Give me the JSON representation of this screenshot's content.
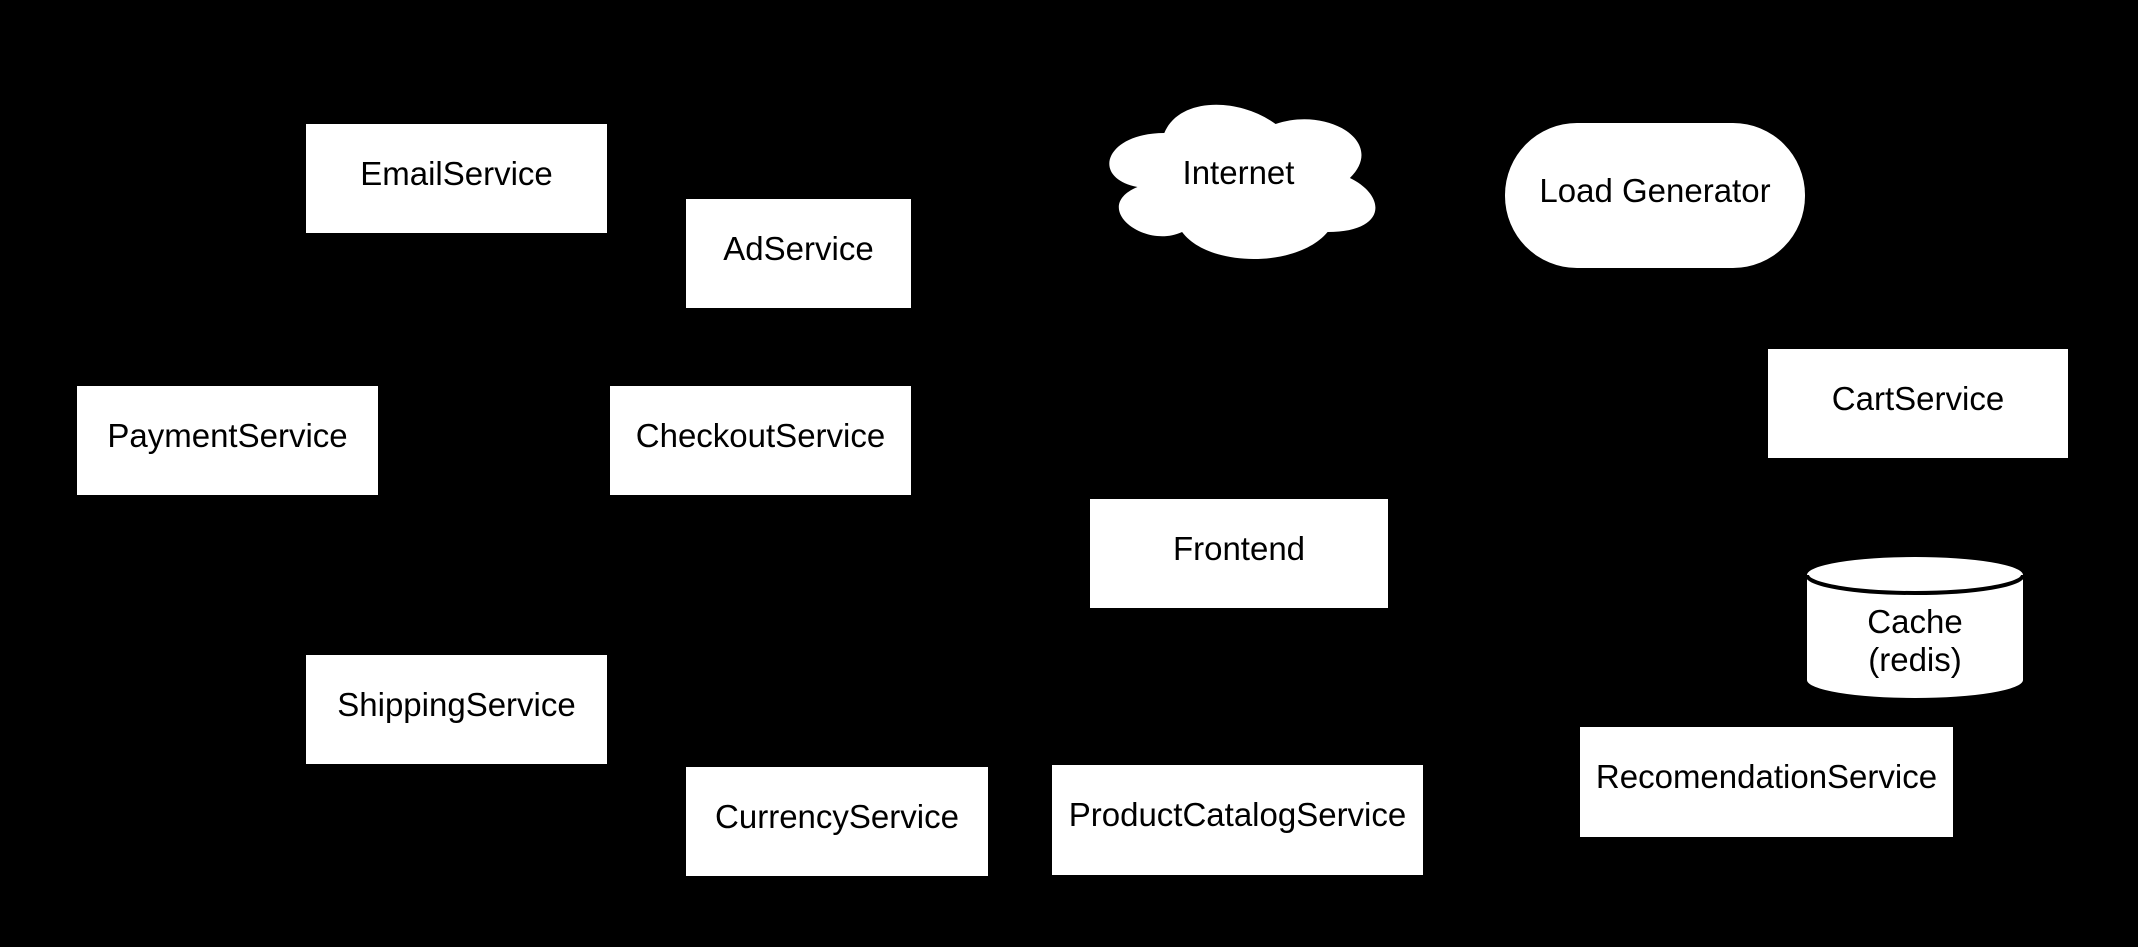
{
  "diagram": {
    "background_color": "#000000",
    "node_fill_color": "#ffffff",
    "node_text_color": "#000000",
    "nodes": {
      "email_service": {
        "label": "EmailService",
        "shape": "rectangle"
      },
      "ad_service": {
        "label": "AdService",
        "shape": "rectangle"
      },
      "internet": {
        "label": "Internet",
        "shape": "cloud"
      },
      "load_generator": {
        "label": "Load Generator",
        "shape": "rounded-rectangle"
      },
      "payment_service": {
        "label": "PaymentService",
        "shape": "rectangle"
      },
      "checkout_service": {
        "label": "CheckoutService",
        "shape": "rectangle"
      },
      "cart_service": {
        "label": "CartService",
        "shape": "rectangle"
      },
      "frontend": {
        "label": "Frontend",
        "shape": "rectangle"
      },
      "cache": {
        "label_line1": "Cache",
        "label_line2": "(redis)",
        "shape": "cylinder"
      },
      "shipping_service": {
        "label": "ShippingService",
        "shape": "rectangle"
      },
      "currency_service": {
        "label": "CurrencyService",
        "shape": "rectangle"
      },
      "product_catalog_service": {
        "label": "ProductCatalogService",
        "shape": "rectangle"
      },
      "recomendation_service": {
        "label": "RecomendationService",
        "shape": "rectangle"
      }
    }
  }
}
